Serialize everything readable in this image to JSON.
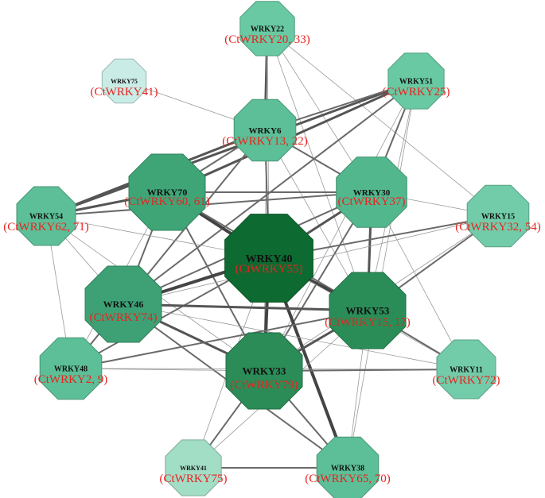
{
  "network": {
    "nodes": [
      {
        "id": "WRKY22",
        "label": "WRKY22",
        "sub": "(CtWRKY20, 33)",
        "color": "#68c9a3"
      },
      {
        "id": "WRKY75",
        "label": "WRKY75",
        "sub": "(CtWRKY41)",
        "color": "#c9ece6"
      },
      {
        "id": "WRKY51",
        "label": "WRKY51",
        "sub": "(CtWRKY25)",
        "color": "#68c9a3"
      },
      {
        "id": "WRKY6",
        "label": "WRKY6",
        "sub": "(CtWRKY13, 22)",
        "color": "#5cbf97"
      },
      {
        "id": "WRKY70",
        "label": "WRKY70",
        "sub": "(CtWRKY60, 61)",
        "color": "#3fa577"
      },
      {
        "id": "WRKY30",
        "label": "WRKY30",
        "sub": "(CtWRKY37)",
        "color": "#52b78d"
      },
      {
        "id": "WRKY54",
        "label": "WRKY54",
        "sub": "(CtWRKY62, 71)",
        "color": "#5cbf97"
      },
      {
        "id": "WRKY15",
        "label": "WRKY15",
        "sub": "(CtWRKY32, 54)",
        "color": "#72cca9"
      },
      {
        "id": "WRKY40",
        "label": "WRKY40",
        "sub": "(CtWRKY55)",
        "color": "#0d6a30"
      },
      {
        "id": "WRKY46",
        "label": "WRKY46",
        "sub": "(CtWRKY74)",
        "color": "#3da175"
      },
      {
        "id": "WRKY53",
        "label": "WRKY53",
        "sub": "(CtWRKY15, 17)",
        "color": "#2a8d57"
      },
      {
        "id": "WRKY48",
        "label": "WRKY48",
        "sub": "(CtWRKY2, 9)",
        "color": "#5cbf97"
      },
      {
        "id": "WRKY33",
        "label": "WRKY33",
        "sub": "(CtWRKY79)",
        "color": "#2b8c57"
      },
      {
        "id": "WRKY11",
        "label": "WRKY11",
        "sub": "(CtWRKY72)",
        "color": "#72cca9"
      },
      {
        "id": "WRKY41",
        "label": "WRKY41",
        "sub": "(CtWRKY75)",
        "color": "#a2ddc6"
      },
      {
        "id": "WRKY38",
        "label": "WRKY38",
        "sub": "(CtWRKY65, 70)",
        "color": "#5cbf97"
      }
    ],
    "edges": [
      {
        "source": "WRKY22",
        "target": "WRKY6",
        "weight": 3
      },
      {
        "source": "WRKY22",
        "target": "WRKY30",
        "weight": 1
      },
      {
        "source": "WRKY22",
        "target": "WRKY53",
        "weight": 1
      },
      {
        "source": "WRKY22",
        "target": "WRKY15",
        "weight": 1
      },
      {
        "source": "WRKY22",
        "target": "WRKY40",
        "weight": 1
      },
      {
        "source": "WRKY22",
        "target": "WRKY33",
        "weight": 1
      },
      {
        "source": "WRKY75",
        "target": "WRKY6",
        "weight": 1
      },
      {
        "source": "WRKY51",
        "target": "WRKY54",
        "weight": 3
      },
      {
        "source": "WRKY51",
        "target": "WRKY70",
        "weight": 3
      },
      {
        "source": "WRKY51",
        "target": "WRKY46",
        "weight": 2
      },
      {
        "source": "WRKY51",
        "target": "WRKY30",
        "weight": 2
      },
      {
        "source": "WRKY51",
        "target": "WRKY53",
        "weight": 1
      },
      {
        "source": "WRKY51",
        "target": "WRKY33",
        "weight": 1
      },
      {
        "source": "WRKY51",
        "target": "WRKY38",
        "weight": 1
      },
      {
        "source": "WRKY51",
        "target": "WRKY6",
        "weight": 2
      },
      {
        "source": "WRKY6",
        "target": "WRKY70",
        "weight": 2
      },
      {
        "source": "WRKY6",
        "target": "WRKY40",
        "weight": 2
      },
      {
        "source": "WRKY6",
        "target": "WRKY30",
        "weight": 2
      },
      {
        "source": "WRKY6",
        "target": "WRKY54",
        "weight": 3
      },
      {
        "source": "WRKY6",
        "target": "WRKY53",
        "weight": 1
      },
      {
        "source": "WRKY6",
        "target": "WRKY46",
        "weight": 2
      },
      {
        "source": "WRKY70",
        "target": "WRKY54",
        "weight": 3
      },
      {
        "source": "WRKY70",
        "target": "WRKY40",
        "weight": 4
      },
      {
        "source": "WRKY70",
        "target": "WRKY30",
        "weight": 2
      },
      {
        "source": "WRKY70",
        "target": "WRKY46",
        "weight": 2
      },
      {
        "source": "WRKY70",
        "target": "WRKY33",
        "weight": 2
      },
      {
        "source": "WRKY70",
        "target": "WRKY53",
        "weight": 2
      },
      {
        "source": "WRKY70",
        "target": "WRKY48",
        "weight": 1
      },
      {
        "source": "WRKY30",
        "target": "WRKY54",
        "weight": 2
      },
      {
        "source": "WRKY30",
        "target": "WRKY40",
        "weight": 3
      },
      {
        "source": "WRKY30",
        "target": "WRKY53",
        "weight": 3
      },
      {
        "source": "WRKY30",
        "target": "WRKY33",
        "weight": 2
      },
      {
        "source": "WRKY30",
        "target": "WRKY46",
        "weight": 2
      },
      {
        "source": "WRKY30",
        "target": "WRKY15",
        "weight": 1
      },
      {
        "source": "WRKY30",
        "target": "WRKY11",
        "weight": 1
      },
      {
        "source": "WRKY54",
        "target": "WRKY40",
        "weight": 1
      },
      {
        "source": "WRKY54",
        "target": "WRKY46",
        "weight": 1
      },
      {
        "source": "WRKY54",
        "target": "WRKY48",
        "weight": 1
      },
      {
        "source": "WRKY54",
        "target": "WRKY33",
        "weight": 1
      },
      {
        "source": "WRKY15",
        "target": "WRKY40",
        "weight": 2
      },
      {
        "source": "WRKY15",
        "target": "WRKY53",
        "weight": 2
      },
      {
        "source": "WRKY15",
        "target": "WRKY46",
        "weight": 1
      },
      {
        "source": "WRKY15",
        "target": "WRKY33",
        "weight": 1
      },
      {
        "source": "WRKY40",
        "target": "WRKY46",
        "weight": 4
      },
      {
        "source": "WRKY40",
        "target": "WRKY53",
        "weight": 4
      },
      {
        "source": "WRKY40",
        "target": "WRKY33",
        "weight": 4
      },
      {
        "source": "WRKY40",
        "target": "WRKY38",
        "weight": 4
      },
      {
        "source": "WRKY40",
        "target": "WRKY48",
        "weight": 2
      },
      {
        "source": "WRKY40",
        "target": "WRKY41",
        "weight": 1
      },
      {
        "source": "WRKY40",
        "target": "WRKY11",
        "weight": 1
      },
      {
        "source": "WRKY46",
        "target": "WRKY53",
        "weight": 3
      },
      {
        "source": "WRKY46",
        "target": "WRKY33",
        "weight": 3
      },
      {
        "source": "WRKY46",
        "target": "WRKY48",
        "weight": 2
      },
      {
        "source": "WRKY46",
        "target": "WRKY11",
        "weight": 1
      },
      {
        "source": "WRKY46",
        "target": "WRKY38",
        "weight": 2
      },
      {
        "source": "WRKY53",
        "target": "WRKY33",
        "weight": 3
      },
      {
        "source": "WRKY53",
        "target": "WRKY48",
        "weight": 2
      },
      {
        "source": "WRKY53",
        "target": "WRKY11",
        "weight": 2
      },
      {
        "source": "WRKY53",
        "target": "WRKY41",
        "weight": 1
      },
      {
        "source": "WRKY53",
        "target": "WRKY38",
        "weight": 1
      },
      {
        "source": "WRKY48",
        "target": "WRKY33",
        "weight": 1
      },
      {
        "source": "WRKY48",
        "target": "WRKY11",
        "weight": 1
      },
      {
        "source": "WRKY33",
        "target": "WRKY11",
        "weight": 2
      },
      {
        "source": "WRKY33",
        "target": "WRKY41",
        "weight": 2
      },
      {
        "source": "WRKY33",
        "target": "WRKY38",
        "weight": 2
      },
      {
        "source": "WRKY41",
        "target": "WRKY38",
        "weight": 2
      }
    ]
  }
}
